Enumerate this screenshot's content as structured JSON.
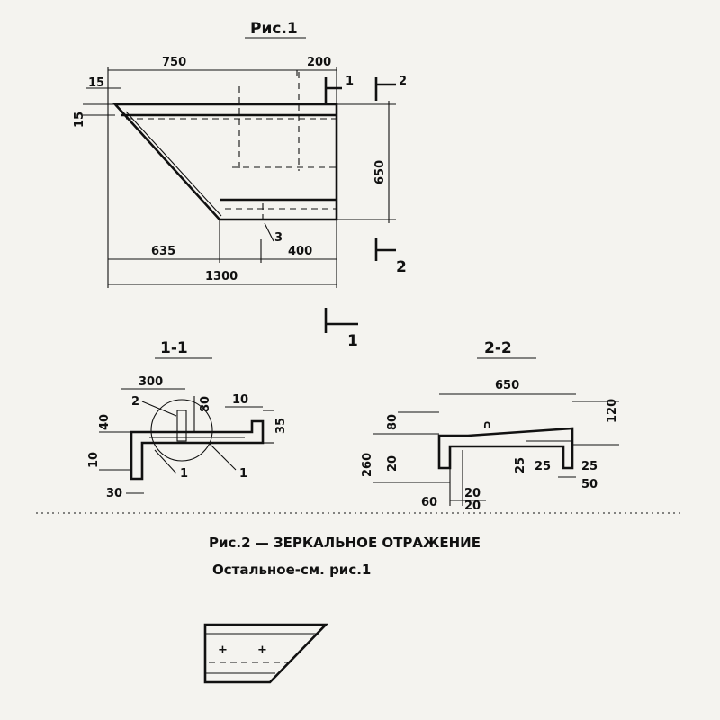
{
  "figure1": {
    "title": "Рис.1",
    "dims": {
      "top_width": "750",
      "top_right": "200",
      "corner_x": "15",
      "corner_y": "15",
      "height": "650",
      "bottom_left": "635",
      "bottom_mid": "400",
      "total": "1300"
    },
    "markers": {
      "m1_top": "1",
      "m2_top": "2",
      "m2_bottom": "2",
      "m1_bottom": "1",
      "callout_3": "3"
    }
  },
  "section11": {
    "title": "1-1",
    "dims": {
      "width": "300",
      "callout_2": "2",
      "d80": "80",
      "d10_top": "10",
      "d35": "35",
      "d40": "40",
      "d10_left": "10",
      "d30": "30",
      "callout_1a": "1",
      "callout_1b": "1"
    }
  },
  "section22": {
    "title": "2-2",
    "dims": {
      "width": "650",
      "d120": "120",
      "d80": "80",
      "d260": "260",
      "d20_left": "20",
      "d60": "60",
      "d20_a": "20",
      "d20_b": "20",
      "d25_a": "25",
      "d25_b": "25",
      "d25_c": "25",
      "d50": "50"
    }
  },
  "figure2": {
    "caption_line1": "Рис.2 — ЗЕРКАЛЬНОЕ ОТРАЖЕНИЕ",
    "caption_line2": "Остальное-см. рис.1"
  }
}
